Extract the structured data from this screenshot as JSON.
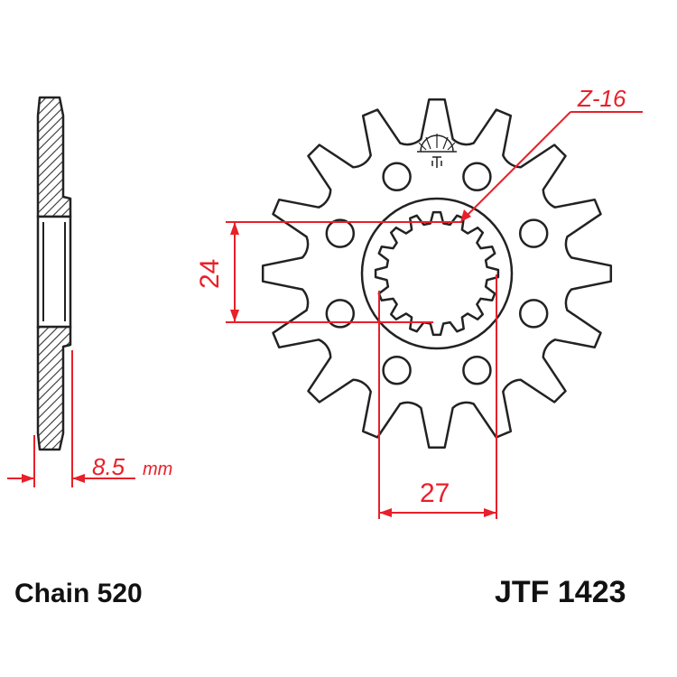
{
  "colors": {
    "outline": "#222222",
    "dimension": "#e8202a",
    "fill": "#ffffff",
    "hatch": "#333333"
  },
  "sprocket": {
    "teeth_label": "Z-16",
    "teeth": 16,
    "spline_teeth": 16,
    "bolt_holes": 8
  },
  "dimensions": {
    "height": "24",
    "width": "27",
    "thickness_value": "8.5",
    "thickness_unit": "mm"
  },
  "labels": {
    "chain": "Chain 520",
    "part_number": "JTF 1423"
  },
  "icons": {
    "logo": "jt-sunrise-logo-icon"
  }
}
